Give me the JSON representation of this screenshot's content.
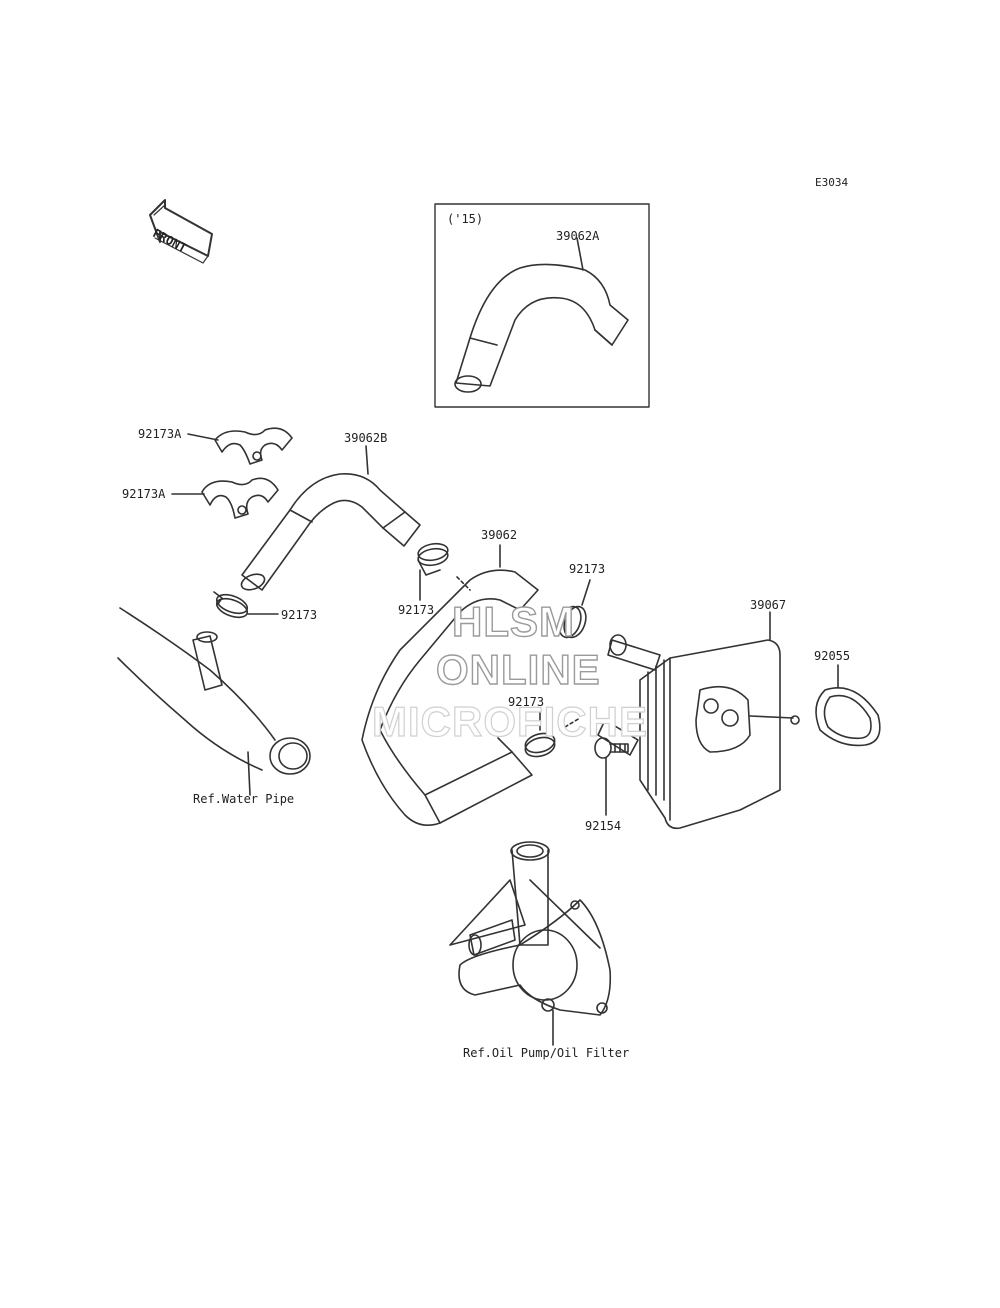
{
  "diagram_code": "E3034",
  "front_arrow_text": "FRONT",
  "inset_year": "('15)",
  "watermark": {
    "line1": "HLSM",
    "line2": "ONLINE",
    "line3": "MICROFICHE"
  },
  "labels": {
    "p39062A": "39062A",
    "p92173A_top": "92173A",
    "p92173A_bottom": "92173A",
    "p39062B": "39062B",
    "p39062": "39062",
    "p92173_left": "92173",
    "p92173_mid": "92173",
    "p92173_right": "92173",
    "p92173_lower": "92173",
    "p39067": "39067",
    "p92055": "92055",
    "p92154": "92154",
    "ref_water_pipe": "Ref.Water Pipe",
    "ref_oil_pump": "Ref.Oil Pump/Oil Filter"
  }
}
